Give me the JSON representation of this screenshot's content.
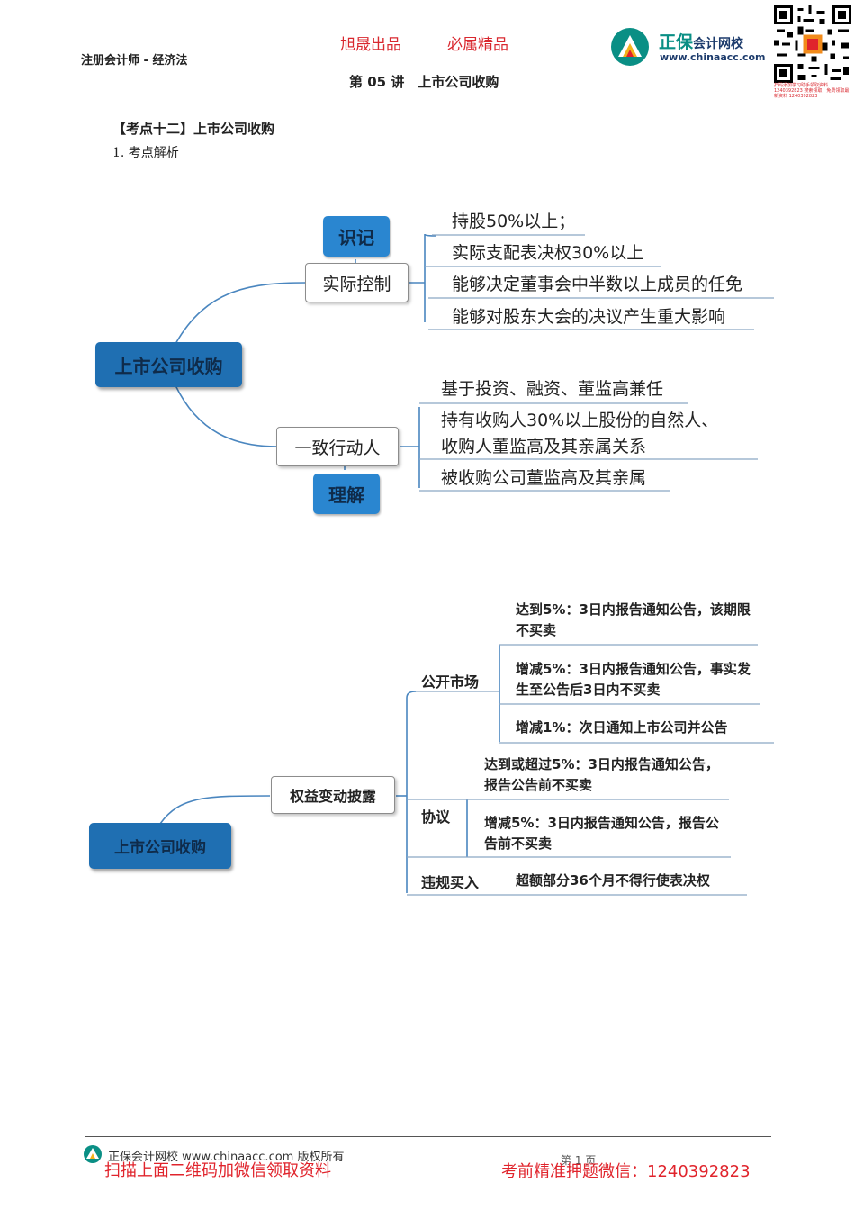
{
  "header": {
    "course": "注册会计师 - 经济法",
    "slogan_left": "旭晟出品",
    "slogan_right": "必属精品",
    "lecture": "第 05 讲　上市公司收购",
    "logo_name": "正保",
    "logo_name_suffix": "会计网校",
    "logo_url": "www.chinaacc.com",
    "qr_caption": "扫码添加学习助手领取资料 1240392823 搜索领取，免费领取最新资料 1240392823"
  },
  "section": {
    "topic": "【考点十二】上市公司收购",
    "subheading": "1. 考点解析"
  },
  "map1": {
    "root": "上市公司收购",
    "branch1": {
      "label": "实际控制",
      "tag": "识记",
      "items": [
        "持股50%以上；",
        "实际支配表决权30%以上",
        "能够决定董事会中半数以上成员的任免",
        "能够对股东大会的决议产生重大影响"
      ]
    },
    "branch2": {
      "label": "一致行动人",
      "tag": "理解",
      "items": [
        "基于投资、融资、董监高兼任",
        "持有收购人30%以上股份的自然人、",
        "收购人董监高及其亲属关系",
        "被收购公司董监高及其亲属"
      ]
    }
  },
  "map2": {
    "root": "上市公司收购",
    "child": "权益变动披露",
    "public_market": {
      "label": "公开市场",
      "items": [
        "达到5%：3日内报告通知公告，该期限不买卖",
        "增减5%：3日内报告通知公告，事实发生至公告后3日内不买卖",
        "增减1%：次日通知上市公司并公告"
      ]
    },
    "agreement": {
      "label": "协议",
      "items": [
        "达到或超过5%：3日内报告通知公告，报告公告前不买卖",
        "增减5%：3日内报告通知公告，报告公告前不买卖"
      ]
    },
    "illegal": {
      "label": "违规买入",
      "item": "超额部分36个月不得行使表决权"
    }
  },
  "footer": {
    "copyright": "正保会计网校 www.chinaacc.com 版权所有",
    "page": "第 1 页",
    "promo_left": "扫描上面二维码加微信领取资料",
    "promo_right": "考前精准押题微信：1240392823"
  },
  "colors": {
    "accent_red": "#d9282f",
    "node_blue": "#1f6fb2",
    "brand_teal": "#0a8f85"
  }
}
